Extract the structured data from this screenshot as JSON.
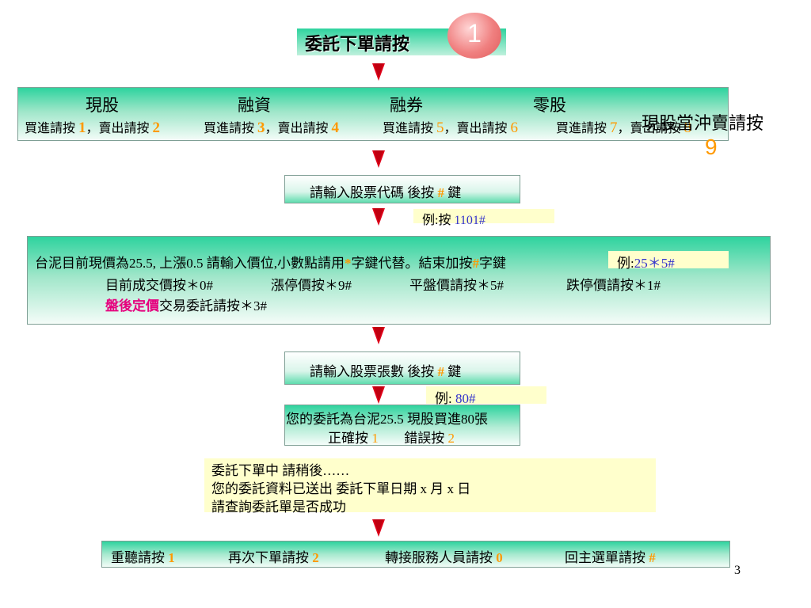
{
  "title": {
    "text": "委託下單請按",
    "badge": "1"
  },
  "categories": {
    "cash": "現股",
    "margin": "融資",
    "short": "融券",
    "odd": "零股",
    "daytrade": "現股當沖賣請按",
    "daytrade_key": "9"
  },
  "keys": {
    "buy": "買進請按",
    "sell": "，賣出請按",
    "k1": "1",
    "k2": "2",
    "k3": "3",
    "k4": "4",
    "k5": "5",
    "k6": "6",
    "k7": "7",
    "k8": "8"
  },
  "step_code": {
    "text": "請輸入股票代碼 後按",
    "hash": "#",
    "suffix": "鍵"
  },
  "example_code": {
    "label": "例:按",
    "value": "1101#"
  },
  "price": {
    "line1": "台泥目前現價為25.5, 上漲0.5  請輸入價位,小數點請用",
    "star": "*",
    "line1b": "字鍵代替。結束加按",
    "hash": "#",
    "line1c": "字鍵",
    "example_label": "例:",
    "example_value": "25＊5#",
    "opt1": "目前成交價按＊0#",
    "opt2": "漲停價按＊9#",
    "opt3": "平盤價請按＊5#",
    "opt4": "跌停價請按＊1#",
    "after_hours": "盤後定價",
    "after_hours_rest": "交易委託請按＊3#"
  },
  "step_qty": {
    "text": "請輸入股票張數 後按",
    "hash": "#",
    "suffix": "鍵"
  },
  "example_qty": {
    "label": "例:",
    "value": "80#"
  },
  "confirm": {
    "line1": "您的委託為台泥25.5 現股買進80張",
    "ok": "正確按",
    "ok_key": "1",
    "err": "錯誤按",
    "err_key": "2"
  },
  "wait": {
    "line1": "委託下單中 請稍後……",
    "line2": "您的委託資料已送出 委託下單日期 x  月 x 日",
    "line3": "請查詢委託單是否成功"
  },
  "final": {
    "replay": "重聽請按",
    "replay_key": "1",
    "again": "再次下單請按",
    "again_key": "2",
    "agent": "轉接服務人員請按",
    "agent_key": "0",
    "menu": "回主選單請按",
    "menu_key": "#"
  },
  "page_number": "3"
}
